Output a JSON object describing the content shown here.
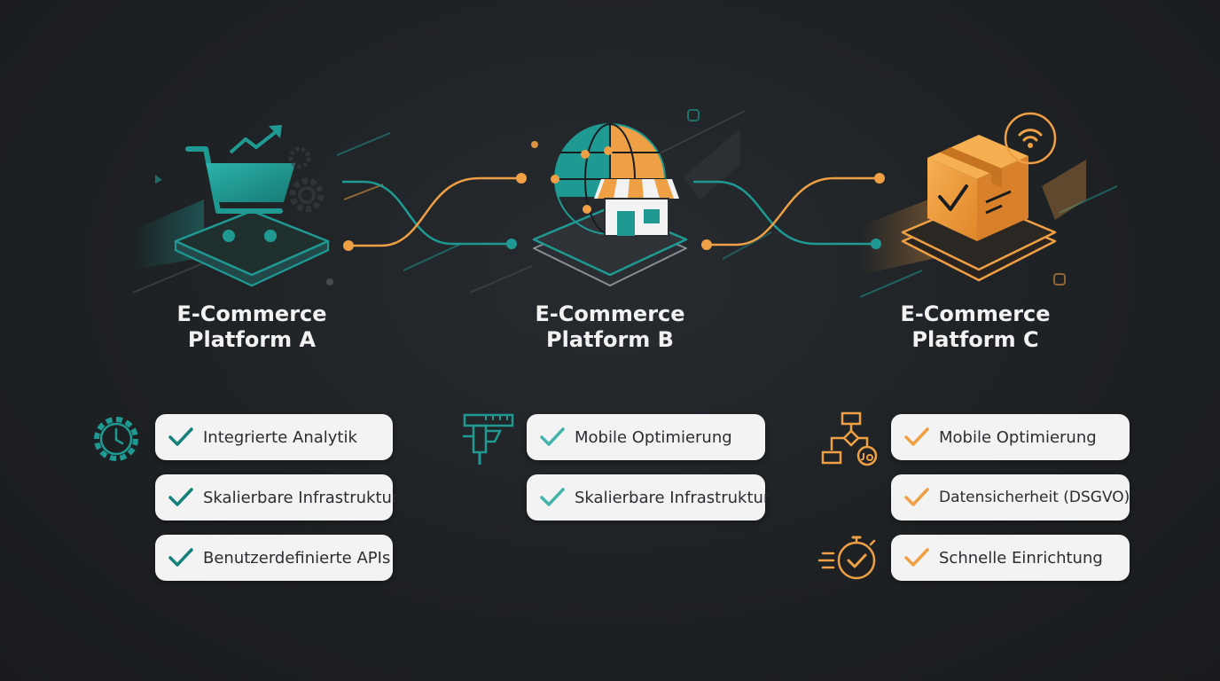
{
  "colors": {
    "teal": "#1f9a93",
    "orange": "#f0a044",
    "background": "#1e2124",
    "pill": "#f3f3f3"
  },
  "platforms": [
    {
      "id": "a",
      "title_line1": "E-Commerce",
      "title_line2": "Platform A",
      "icon": "shopping-cart-icon",
      "accent": "#1f9a93",
      "features": [
        "Integrierte Analytik",
        "Skalierbare Infrastruktur",
        "Benutzerdefinierte APIs"
      ],
      "side_icons": [
        "gear-clock-icon"
      ]
    },
    {
      "id": "b",
      "title_line1": "E-Commerce",
      "title_line2": "Platform B",
      "icon": "globe-storefront-icon",
      "accent": "#1f9a93",
      "features": [
        "Mobile Optimierung",
        "Skalierbare Infrastruktur"
      ],
      "side_icons": [
        "caliper-icon"
      ]
    },
    {
      "id": "c",
      "title_line1": "E-Commerce",
      "title_line2": "Platform C",
      "icon": "package-check-icon",
      "accent": "#f0a044",
      "features": [
        "Mobile Optimierung",
        "Datensicherheit (DSGVO)",
        "Schnelle Einrichtung"
      ],
      "side_icons": [
        "flowchart-icon",
        "stopwatch-check-icon"
      ]
    }
  ]
}
